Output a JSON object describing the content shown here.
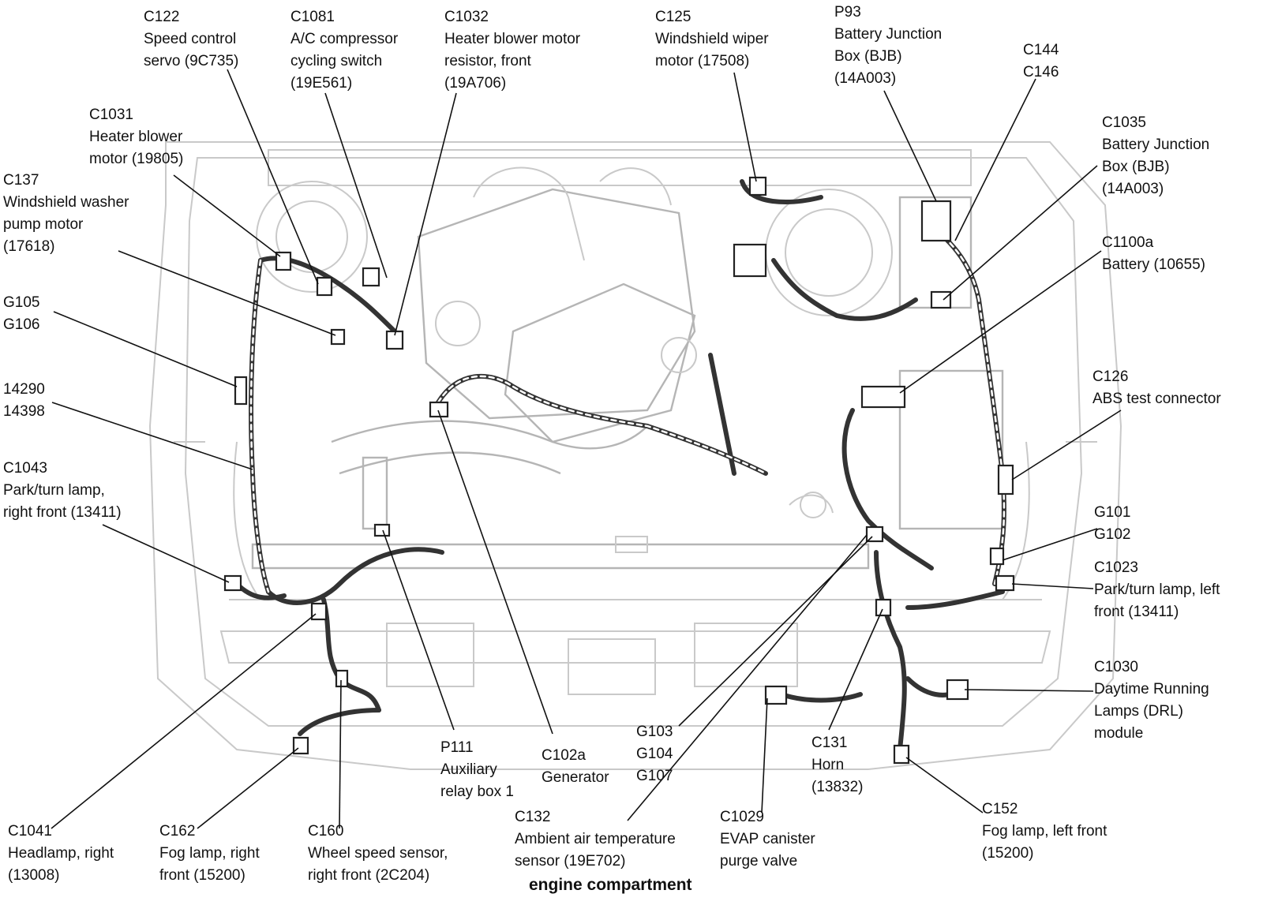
{
  "title": "engine compartment",
  "callouts": [
    {
      "id": "c122",
      "lines": [
        "C122",
        "Speed control",
        "servo (9C735)"
      ]
    },
    {
      "id": "c1081",
      "lines": [
        "C1081",
        "A/C compressor",
        "cycling switch",
        "(19E561)"
      ]
    },
    {
      "id": "c1032",
      "lines": [
        "C1032",
        "Heater blower motor",
        "resistor, front",
        "(19A706)"
      ]
    },
    {
      "id": "c125",
      "lines": [
        "C125",
        "Windshield wiper",
        "motor (17508)"
      ]
    },
    {
      "id": "p93",
      "lines": [
        "P93",
        "Battery Junction",
        "Box (BJB)",
        "(14A003)"
      ]
    },
    {
      "id": "c144",
      "lines": [
        "C144",
        "C146"
      ]
    },
    {
      "id": "c1031",
      "lines": [
        "C1031",
        "Heater blower",
        "motor (19805)"
      ]
    },
    {
      "id": "c1035",
      "lines": [
        "C1035",
        "Battery Junction",
        "Box (BJB)",
        "(14A003)"
      ]
    },
    {
      "id": "c137",
      "lines": [
        "C137",
        "Windshield washer",
        "pump motor",
        "(17618)"
      ]
    },
    {
      "id": "c1100a",
      "lines": [
        "C1100a",
        "Battery (10655)"
      ]
    },
    {
      "id": "g105",
      "lines": [
        "G105",
        "G106"
      ]
    },
    {
      "id": "c126",
      "lines": [
        "C126",
        "ABS test connector"
      ]
    },
    {
      "id": "n14290",
      "lines": [
        "14290",
        "14398"
      ]
    },
    {
      "id": "c1043",
      "lines": [
        "C1043",
        "Park/turn lamp,",
        "right front (13411)"
      ]
    },
    {
      "id": "g101",
      "lines": [
        "G101",
        "G102"
      ]
    },
    {
      "id": "c1023",
      "lines": [
        "C1023",
        "Park/turn lamp, left",
        "front (13411)"
      ]
    },
    {
      "id": "c1030",
      "lines": [
        "C1030",
        "Daytime Running",
        "Lamps (DRL)",
        "module"
      ]
    },
    {
      "id": "p111",
      "lines": [
        "P111",
        "Auxiliary",
        "relay box 1"
      ]
    },
    {
      "id": "c102a",
      "lines": [
        "C102a",
        "Generator"
      ]
    },
    {
      "id": "g103",
      "lines": [
        "G103",
        "G104",
        "G107"
      ]
    },
    {
      "id": "c131",
      "lines": [
        "C131",
        "Horn",
        "(13832)"
      ]
    },
    {
      "id": "c152",
      "lines": [
        "C152",
        "Fog lamp, left front",
        "(15200)"
      ]
    },
    {
      "id": "c1041",
      "lines": [
        "C1041",
        "Headlamp, right",
        "(13008)"
      ]
    },
    {
      "id": "c162",
      "lines": [
        "C162",
        "Fog lamp, right",
        "front (15200)"
      ]
    },
    {
      "id": "c160",
      "lines": [
        "C160",
        "Wheel speed sensor,",
        "right front (2C204)"
      ]
    },
    {
      "id": "c132",
      "lines": [
        "C132",
        "Ambient air temperature",
        "sensor (19E702)"
      ]
    },
    {
      "id": "c1029",
      "lines": [
        "C1029",
        "EVAP canister",
        "purge valve"
      ]
    }
  ]
}
